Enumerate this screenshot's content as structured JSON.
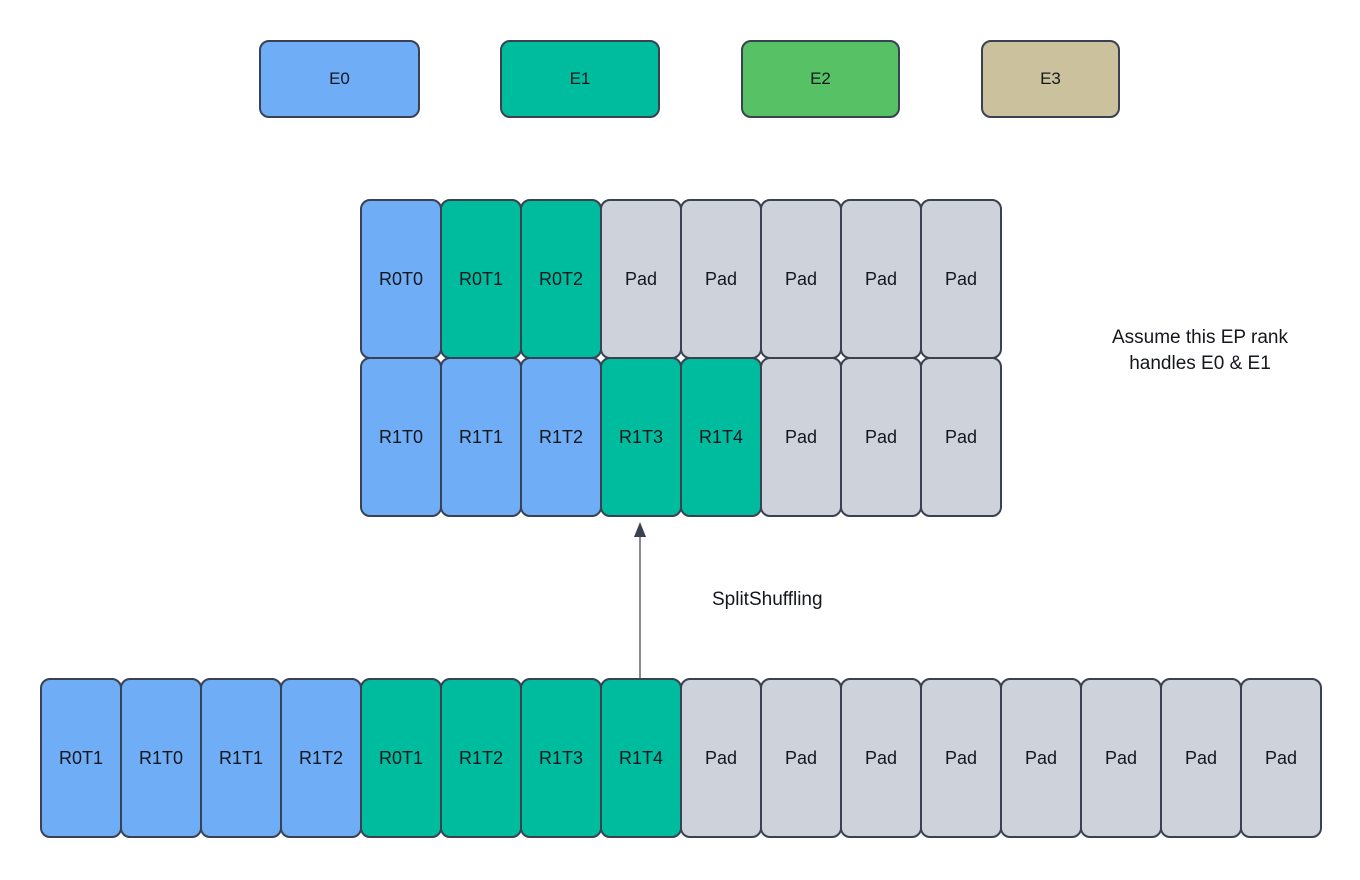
{
  "colors": {
    "border": "#3a4252",
    "arrow": "#525c6a",
    "text": "#14171c",
    "experts": {
      "e0": "#6fadf7",
      "e1": "#00bc9f",
      "e2": "#56c165",
      "e3": "#cbc29d",
      "pad": "#ced3db"
    }
  },
  "legend": {
    "items": [
      {
        "label": "E0",
        "expert": "e0"
      },
      {
        "label": "E1",
        "expert": "e1"
      },
      {
        "label": "E2",
        "expert": "e2"
      },
      {
        "label": "E3",
        "expert": "e3"
      }
    ]
  },
  "shuffled_grid": {
    "rows": [
      [
        {
          "label": "R0T0",
          "expert": "e0"
        },
        {
          "label": "R0T1",
          "expert": "e1"
        },
        {
          "label": "R0T2",
          "expert": "e1"
        },
        {
          "label": "Pad",
          "expert": "pad"
        },
        {
          "label": "Pad",
          "expert": "pad"
        },
        {
          "label": "Pad",
          "expert": "pad"
        },
        {
          "label": "Pad",
          "expert": "pad"
        },
        {
          "label": "Pad",
          "expert": "pad"
        }
      ],
      [
        {
          "label": "R1T0",
          "expert": "e0"
        },
        {
          "label": "R1T1",
          "expert": "e0"
        },
        {
          "label": "R1T2",
          "expert": "e0"
        },
        {
          "label": "R1T3",
          "expert": "e1"
        },
        {
          "label": "R1T4",
          "expert": "e1"
        },
        {
          "label": "Pad",
          "expert": "pad"
        },
        {
          "label": "Pad",
          "expert": "pad"
        },
        {
          "label": "Pad",
          "expert": "pad"
        }
      ]
    ]
  },
  "annotation": {
    "line1": "Assume this EP rank",
    "line2": "handles E0 & E1"
  },
  "arrow_label": "SplitShuffling",
  "input_row": {
    "cells": [
      {
        "label": "R0T1",
        "expert": "e0"
      },
      {
        "label": "R1T0",
        "expert": "e0"
      },
      {
        "label": "R1T1",
        "expert": "e0"
      },
      {
        "label": "R1T2",
        "expert": "e0"
      },
      {
        "label": "R0T1",
        "expert": "e1"
      },
      {
        "label": "R1T2",
        "expert": "e1"
      },
      {
        "label": "R1T3",
        "expert": "e1"
      },
      {
        "label": "R1T4",
        "expert": "e1"
      },
      {
        "label": "Pad",
        "expert": "pad"
      },
      {
        "label": "Pad",
        "expert": "pad"
      },
      {
        "label": "Pad",
        "expert": "pad"
      },
      {
        "label": "Pad",
        "expert": "pad"
      },
      {
        "label": "Pad",
        "expert": "pad"
      },
      {
        "label": "Pad",
        "expert": "pad"
      },
      {
        "label": "Pad",
        "expert": "pad"
      },
      {
        "label": "Pad",
        "expert": "pad"
      }
    ]
  }
}
